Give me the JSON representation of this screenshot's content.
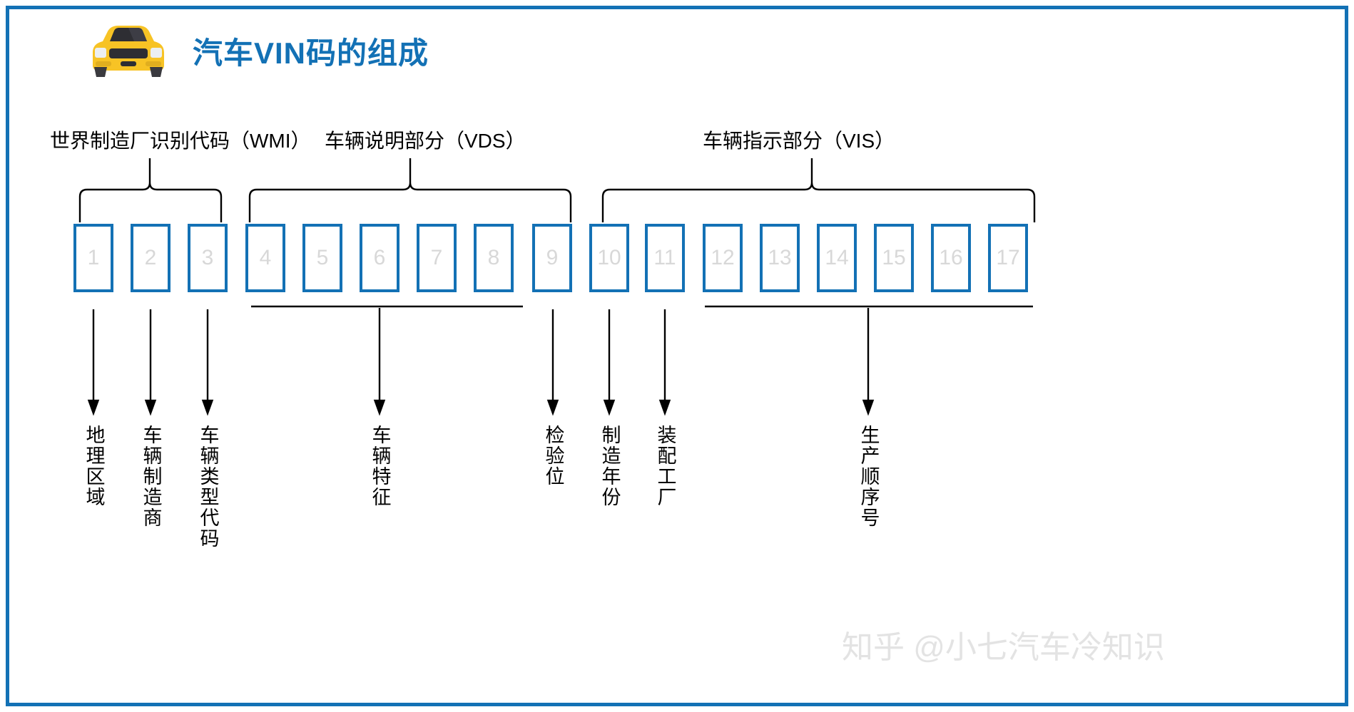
{
  "header": {
    "icon": "car-icon",
    "title": "汽车VIN码的组成",
    "title_color": "#1371b5"
  },
  "frame": {
    "border_color": "#1371b5"
  },
  "sections": [
    {
      "key": "wmi",
      "label": "世界制造厂识别代码（WMI）",
      "boxes": [
        1,
        2,
        3
      ]
    },
    {
      "key": "vds",
      "label": "车辆说明部分（VDS）",
      "boxes": [
        4,
        5,
        6,
        7,
        8,
        9
      ]
    },
    {
      "key": "vis",
      "label": "车辆指示部分（VIS）",
      "boxes": [
        10,
        11,
        12,
        13,
        14,
        15,
        16,
        17
      ]
    }
  ],
  "boxes": [
    {
      "n": "1"
    },
    {
      "n": "2"
    },
    {
      "n": "3"
    },
    {
      "n": "4"
    },
    {
      "n": "5"
    },
    {
      "n": "6"
    },
    {
      "n": "7"
    },
    {
      "n": "8"
    },
    {
      "n": "9"
    },
    {
      "n": "10"
    },
    {
      "n": "11"
    },
    {
      "n": "12"
    },
    {
      "n": "13"
    },
    {
      "n": "14"
    },
    {
      "n": "15"
    },
    {
      "n": "16"
    },
    {
      "n": "17"
    }
  ],
  "box_colors": {
    "border": "#1371b5",
    "number": "#d8d8d8"
  },
  "descriptors": [
    {
      "key": "geo",
      "label": "地理区域",
      "covers": "1"
    },
    {
      "key": "maker",
      "label": "车辆制造商",
      "covers": "2"
    },
    {
      "key": "type",
      "label": "车辆类型代码",
      "covers": "3"
    },
    {
      "key": "features",
      "label": "车辆特征",
      "covers": "4-8"
    },
    {
      "key": "check",
      "label": "检验位",
      "covers": "9"
    },
    {
      "key": "year",
      "label": "制造年份",
      "covers": "10"
    },
    {
      "key": "plant",
      "label": "装配工厂",
      "covers": "11"
    },
    {
      "key": "serial",
      "label": "生产顺序号",
      "covers": "12-17"
    }
  ],
  "watermark": {
    "text": "知乎 @小七汽车冷知识"
  }
}
